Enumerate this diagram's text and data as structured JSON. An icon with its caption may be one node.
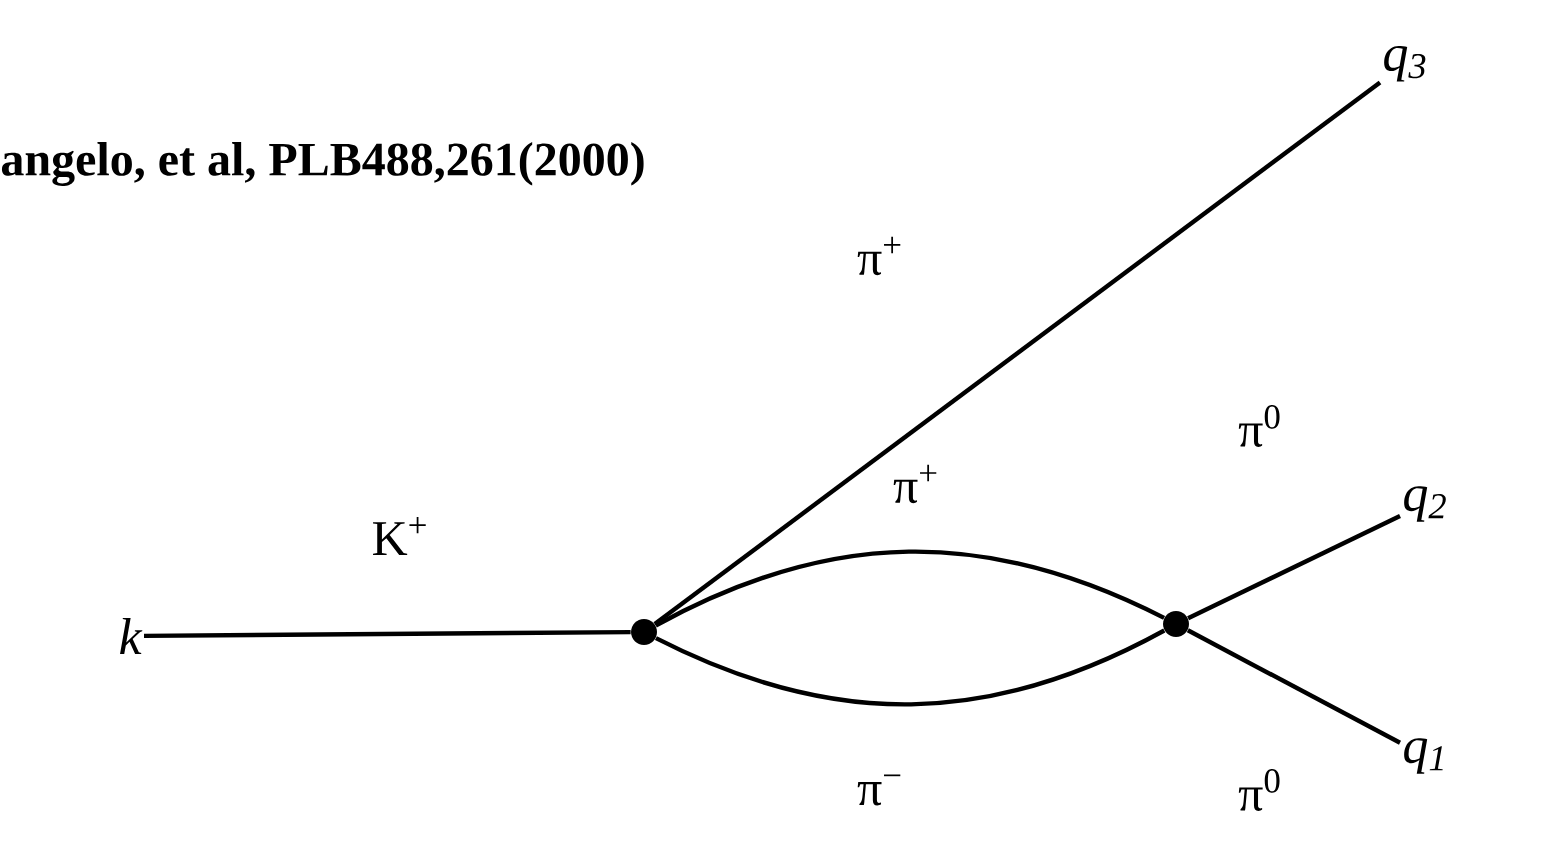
{
  "diagram": {
    "title": "angelo, et al, PLB488,261(2000)",
    "nodes": [
      {
        "text": [
          "k"
        ]
      },
      {
        "text": [],
        "shape": "circle"
      },
      {
        "text": [],
        "shape": "circle"
      },
      {
        "text": [
          "q$_{3}$"
        ]
      },
      {
        "text": [
          "q$_{2}$"
        ]
      },
      {
        "text": [
          "q$_{1}$"
        ]
      }
    ],
    "edges": [
      {
        "from": 0,
        "to": 1,
        "arrow": "none",
        "label": "K$^{+}$"
      },
      {
        "from": 1,
        "to": 3,
        "arrow": "none",
        "label": "π$^{+}$"
      },
      {
        "from": 1,
        "to": 2,
        "arrow": "none",
        "label": "π$^{+}$"
      },
      {
        "from": 1,
        "to": 2,
        "arrow": "none",
        "label": "π$^{−}$"
      },
      {
        "from": 2,
        "to": 4,
        "arrow": "none",
        "label": "π$^{0}$"
      },
      {
        "from": 2,
        "to": 5,
        "arrow": "none",
        "label": "π$^{0}$"
      }
    ]
  }
}
